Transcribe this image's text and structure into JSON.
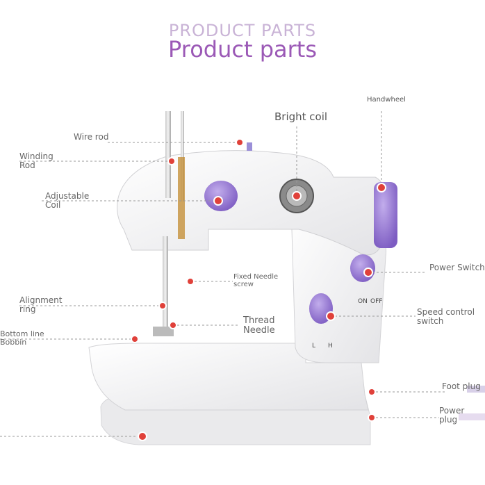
{
  "header": {
    "title_upper": "PRODUCT PARTS",
    "title": "Product parts"
  },
  "labels": {
    "handwheel": "Handwheel",
    "bright_coil": "Bright coil",
    "wire_rod": "Wire rod",
    "winding_rod": "Winding\nRod",
    "adjustable_coil": "Adjustable\nCoil",
    "power_switch": "Power Switch",
    "fixed_needle_screw": "Fixed Needle\nscrew",
    "alignment_ring": "Alignment\nring",
    "thread_needle": "Thread\nNeedle",
    "speed_control_switch": "Speed control\nswitch",
    "bottom_line_bobbin": "Bottom line\nBobbin",
    "foot_plug": "Foot plug",
    "power_plug": "Power\nplug"
  },
  "switch_marks": {
    "on": "ON",
    "off": "OFF",
    "low": "L",
    "high": "H"
  },
  "colors": {
    "accent_purple": "#9b59b6",
    "knob_purple": "#9a7fd1",
    "marker_red": "#e0413a",
    "body_white": "#f4f4f4"
  }
}
